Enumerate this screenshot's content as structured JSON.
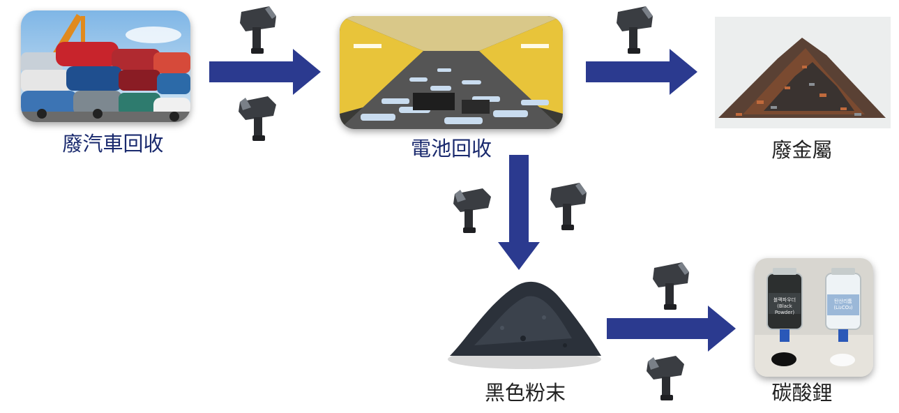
{
  "nodes": {
    "car_recycling": "廢汽車回收",
    "battery_recycling": "電池回收",
    "scrap_metal": "廢金屬",
    "black_powder": "黑色粉末",
    "lithium_carbonate": "碳酸鋰"
  },
  "bottle_labels": {
    "black_top": "블랙파우더",
    "black_sub": "(Black Powder)",
    "white_top": "탄산리튬",
    "white_sub": "(Li₂CO₃)"
  },
  "colors": {
    "arrow": "#2b3a8f",
    "label": "#1a2a6e"
  },
  "icons": [
    "xrf-analyzer-icon",
    "arrow-right-icon",
    "arrow-down-icon"
  ]
}
